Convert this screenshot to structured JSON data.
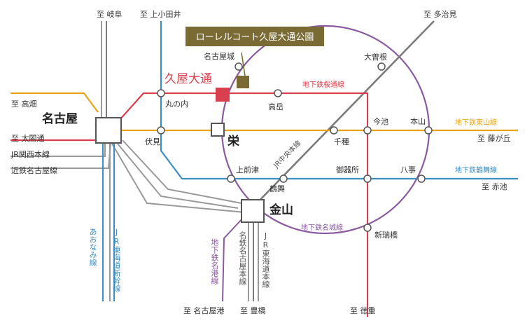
{
  "callout": "ローレルコート久屋大通公園",
  "colors": {
    "sakura_dori": "#d9404f",
    "higashiyama": "#e8a317",
    "tsurumai": "#3b8ec2",
    "meijo": "#8a5aa0",
    "meiko": "#8a5aa0",
    "chuo_jr": "#7b7b7b",
    "kamiiida": "#3b8ec2",
    "jr_tokaido": "#999999",
    "shinkansen": "#3b8ec2",
    "aonami": "#3b8ec2",
    "callout_bg": "#7a6a33",
    "site_marker": "#7a6a33"
  },
  "destinations": {
    "gifu": "至 岐阜",
    "kamiotai": "至 上小田井",
    "tajimi": "至 多治見",
    "takahata": "至 高畑",
    "taikodori": "至 太閤通",
    "fujigaoka": "至 藤が丘",
    "akaike": "至 赤池",
    "nagoyako": "至 名古屋港",
    "toyohashi": "至 豊橋",
    "tokushige": "至 徳重"
  },
  "stations": {
    "nagoya": "名古屋",
    "sakae": "栄",
    "kanayama": "金山",
    "hisaya_odori": "久屋大通",
    "nagoyajo": "名古屋城",
    "marunouchi": "丸の内",
    "takaoka": "高岳",
    "fushimi": "伏見",
    "imaike": "今池",
    "motoyama": "本山",
    "chikusa": "千種",
    "ozone": "大曽根",
    "kamimaezu": "上前津",
    "tsurumai": "鶴舞",
    "gokiso": "御器所",
    "yagoto": "八事",
    "aratamabashi": "新瑞橋"
  },
  "lines": {
    "sakura_dori": "地下鉄桜通線",
    "higashiyama": "地下鉄東山線",
    "tsurumai": "地下鉄鶴舞線",
    "meijo": "地下鉄名城線",
    "jr_kansai": "JR関西本線",
    "kintetsu": "近鉄名古屋線",
    "jr_chuo": "JR中央本線",
    "shinkansen": "JR東海道新幹線",
    "aonami": "あおなみ線",
    "meiko": "地下鉄名港線",
    "meitetsu": "名鉄名古屋本線",
    "jr_tokaido": "JR東海道本線"
  }
}
